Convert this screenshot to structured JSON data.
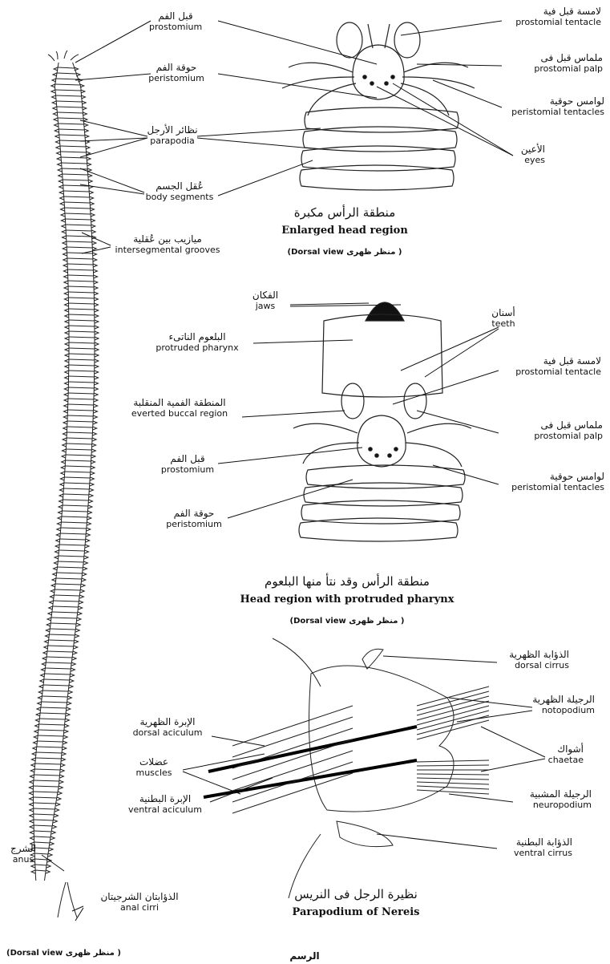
{
  "worm": {
    "labels": [
      {
        "ar": "قبل الفم",
        "en": "prostomium"
      },
      {
        "ar": "حوقة الفم",
        "en": "peristomium"
      },
      {
        "ar": "نظائر الأرجل",
        "en": "parapodia"
      },
      {
        "ar": "عُقل الجسم",
        "en": "body segments"
      },
      {
        "ar": "ميازيب بين عُقلية",
        "en": "intersegmental grooves"
      },
      {
        "ar": "الشرج",
        "en": "anus"
      },
      {
        "ar": "الذؤابتان الشرجيتان",
        "en": "anal cirri"
      }
    ],
    "view": "(Dorsal view  منظر ظهرى )"
  },
  "head": {
    "labels": [
      {
        "ar": "لامسة قبل فية",
        "en": "prostomial tentacle"
      },
      {
        "ar": "ملماس قبل فى",
        "en": "prostomial palp"
      },
      {
        "ar": "لوامس حوقية",
        "en": "peristomial tentacles"
      },
      {
        "ar": "الأعين",
        "en": "eyes"
      }
    ],
    "caption_ar": "منطقة الرأس مكبرة",
    "caption_en": "Enlarged head region",
    "view": "(Dorsal view  منظر ظهرى )"
  },
  "pharynx": {
    "labels": [
      {
        "ar": "الفكان",
        "en": "jaws"
      },
      {
        "ar": "البلعوم الناتىء",
        "en": "protruded pharynx"
      },
      {
        "ar": "المنطقة الفمية المنقلبة",
        "en": "everted buccal region"
      },
      {
        "ar": "قبل الفم",
        "en": "prostomium"
      },
      {
        "ar": "حوقة الفم",
        "en": "peristomium"
      },
      {
        "ar": "أسنان",
        "en": "teeth"
      },
      {
        "ar": "لامسة قبل فية",
        "en": "prostomial tentacle"
      },
      {
        "ar": "ملماس قبل فى",
        "en": "prostomial palp"
      },
      {
        "ar": "لوامس حوقية",
        "en": "peristomial tentacles"
      }
    ],
    "caption_ar": "منطقة الرأس وقد نتأ منها البلعوم",
    "caption_en": "Head region with protruded pharynx",
    "view": "(Dorsal view  منظر ظهرى )"
  },
  "parapodium": {
    "labels": [
      {
        "ar": "الذؤابة الظهرية",
        "en": "dorsal cirrus"
      },
      {
        "ar": "الرجيلة الظهرية",
        "en": "notopodium"
      },
      {
        "ar": "أشواك",
        "en": "chaetae"
      },
      {
        "ar": "الرجيلة المشبية",
        "en": "neuropodium"
      },
      {
        "ar": "الذؤابة البطنية",
        "en": "ventral cirrus"
      },
      {
        "ar": "الإبرة الظهرية",
        "en": "dorsal aciculum"
      },
      {
        "ar": "عضلات",
        "en": "muscles"
      },
      {
        "ar": "الإبرة البطنية",
        "en": "ventral aciculum"
      }
    ],
    "caption_ar": "نظيرة الرجل فى النريس",
    "caption_en": "Parapodium of Nereis"
  },
  "footer": "الرسم"
}
